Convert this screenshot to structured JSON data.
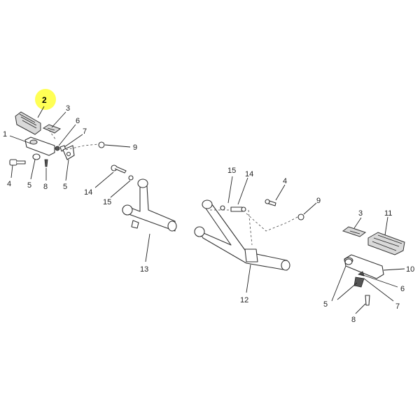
{
  "diagram": {
    "highlight_color": "#ffff55",
    "highlighted_part": "2",
    "callouts": [
      {
        "id": "c2",
        "label": "2"
      },
      {
        "id": "c3a",
        "label": "3"
      },
      {
        "id": "c6a",
        "label": "6"
      },
      {
        "id": "c7a",
        "label": "7"
      },
      {
        "id": "c1",
        "label": "1"
      },
      {
        "id": "c9a",
        "label": "9"
      },
      {
        "id": "c4a",
        "label": "4"
      },
      {
        "id": "c5a",
        "label": "5"
      },
      {
        "id": "c8a",
        "label": "8"
      },
      {
        "id": "c5b",
        "label": "5"
      },
      {
        "id": "c14a",
        "label": "14"
      },
      {
        "id": "c15a",
        "label": "15"
      },
      {
        "id": "c13",
        "label": "13"
      },
      {
        "id": "c15b",
        "label": "15"
      },
      {
        "id": "c14b",
        "label": "14"
      },
      {
        "id": "c4b",
        "label": "4"
      },
      {
        "id": "c9b",
        "label": "9"
      },
      {
        "id": "c12",
        "label": "12"
      },
      {
        "id": "c3b",
        "label": "3"
      },
      {
        "id": "c11",
        "label": "11"
      },
      {
        "id": "c10",
        "label": "10"
      },
      {
        "id": "c6b",
        "label": "6"
      },
      {
        "id": "c5c",
        "label": "5"
      },
      {
        "id": "c7b",
        "label": "7"
      },
      {
        "id": "c8b",
        "label": "8"
      }
    ]
  }
}
